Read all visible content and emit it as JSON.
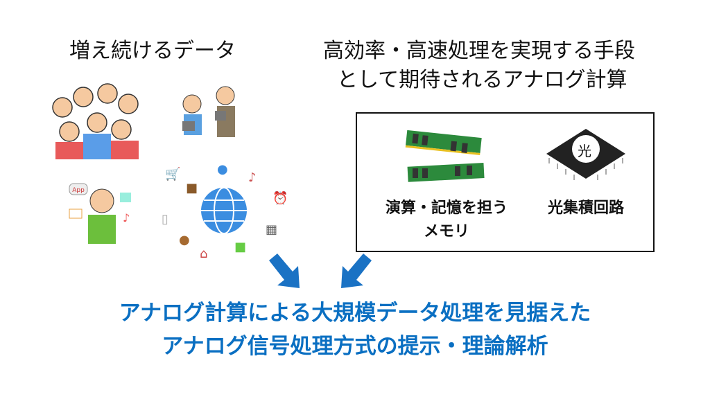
{
  "left_title": "増え続けるデータ",
  "right_title": [
    "高効率・高速処理を実現する手段",
    "として期待されるアナログ計算"
  ],
  "box": {
    "memory_label": [
      "演算・記憶を担う",
      "メモリ"
    ],
    "chip_label": "光集積回路",
    "chip_glyph": "光"
  },
  "illustrations": {
    "app_badge": "App"
  },
  "conclusion": [
    "アナログ計算による大規模データ処理を見据えた",
    "アナログ信号処理方式の提示・理論解析"
  ],
  "colors": {
    "accent": "#0a6fc2",
    "arrow": "#1a72c4"
  }
}
